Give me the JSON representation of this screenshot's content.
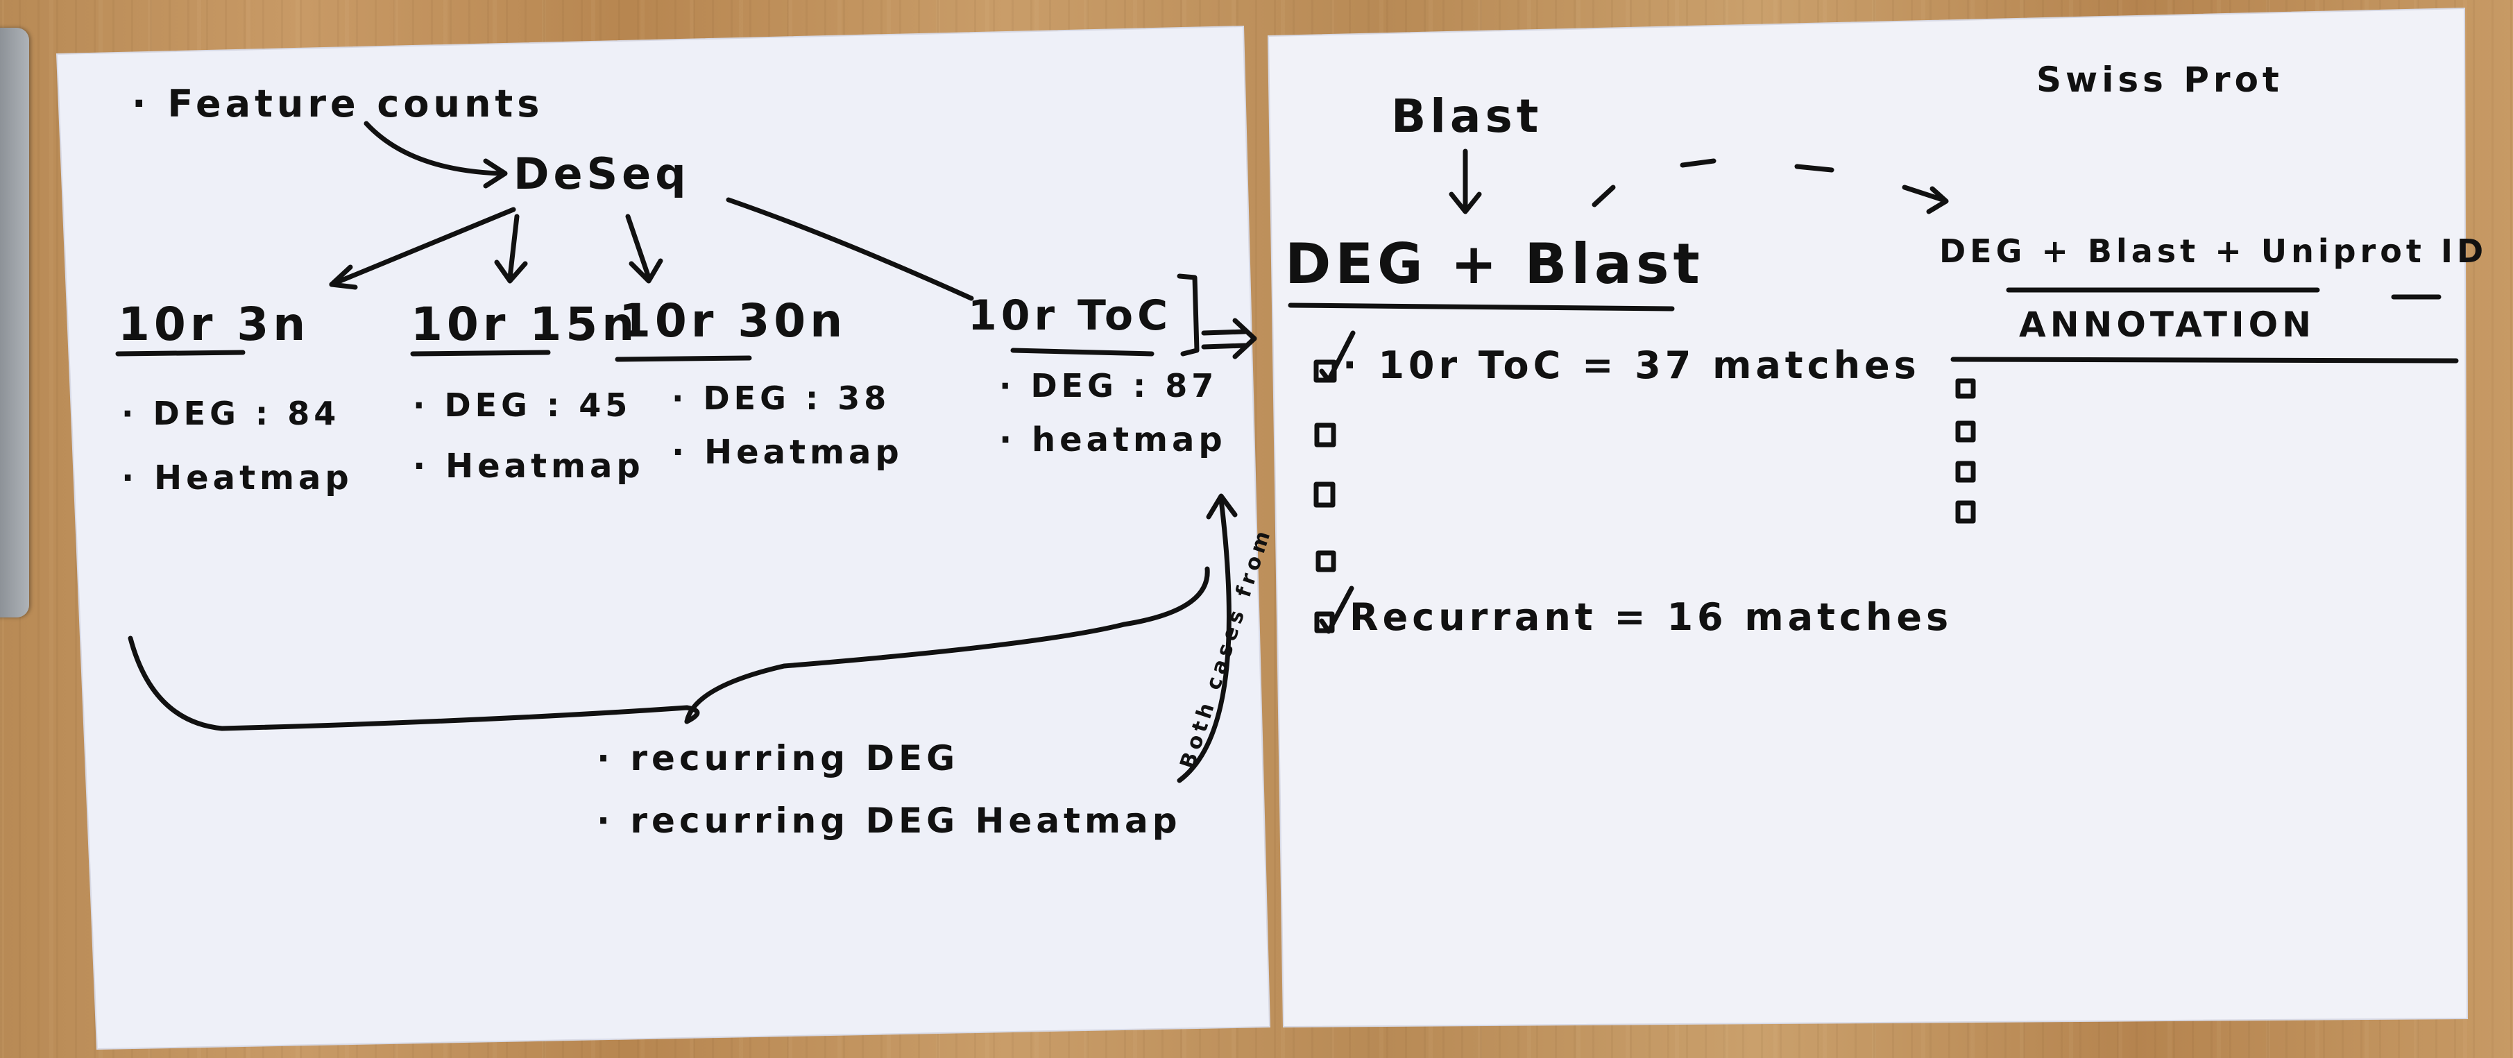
{
  "left_sheet": {
    "feature_counts": "· Feature counts",
    "deseq": "DeSeq",
    "branches": [
      {
        "title": "10r 3n",
        "deg": "· DEG : 84",
        "heatmap": "· Heatmap"
      },
      {
        "title": "10r 15n",
        "deg": "· DEG : 45",
        "heatmap": "· Heatmap"
      },
      {
        "title": "10r 30n",
        "deg": "· DEG : 38",
        "heatmap": "· Heatmap"
      },
      {
        "title": "10r ToC",
        "deg": "· DEG : 87",
        "heatmap": "· heatmap"
      }
    ],
    "recurring_deg": "· recurring DEG",
    "recurring_heatmap": "· recurring DEG Heatmap",
    "side_note": "Both cases from"
  },
  "right_sheet": {
    "blast": "Blast",
    "swissprot": "Swiss Prot",
    "deg_blast": "DEG + Blast",
    "deg_blast_uniprot": "DEG + Blast + Uniprot ID",
    "annotation": "ANNOTATION",
    "match_toc": "· 10r ToC  =  37 matches",
    "match_recurrant": "Recurrant  =  16 matches"
  },
  "colors": {
    "ink": "#111111",
    "paper": "#eef0f8",
    "wood": "#c0925d"
  }
}
